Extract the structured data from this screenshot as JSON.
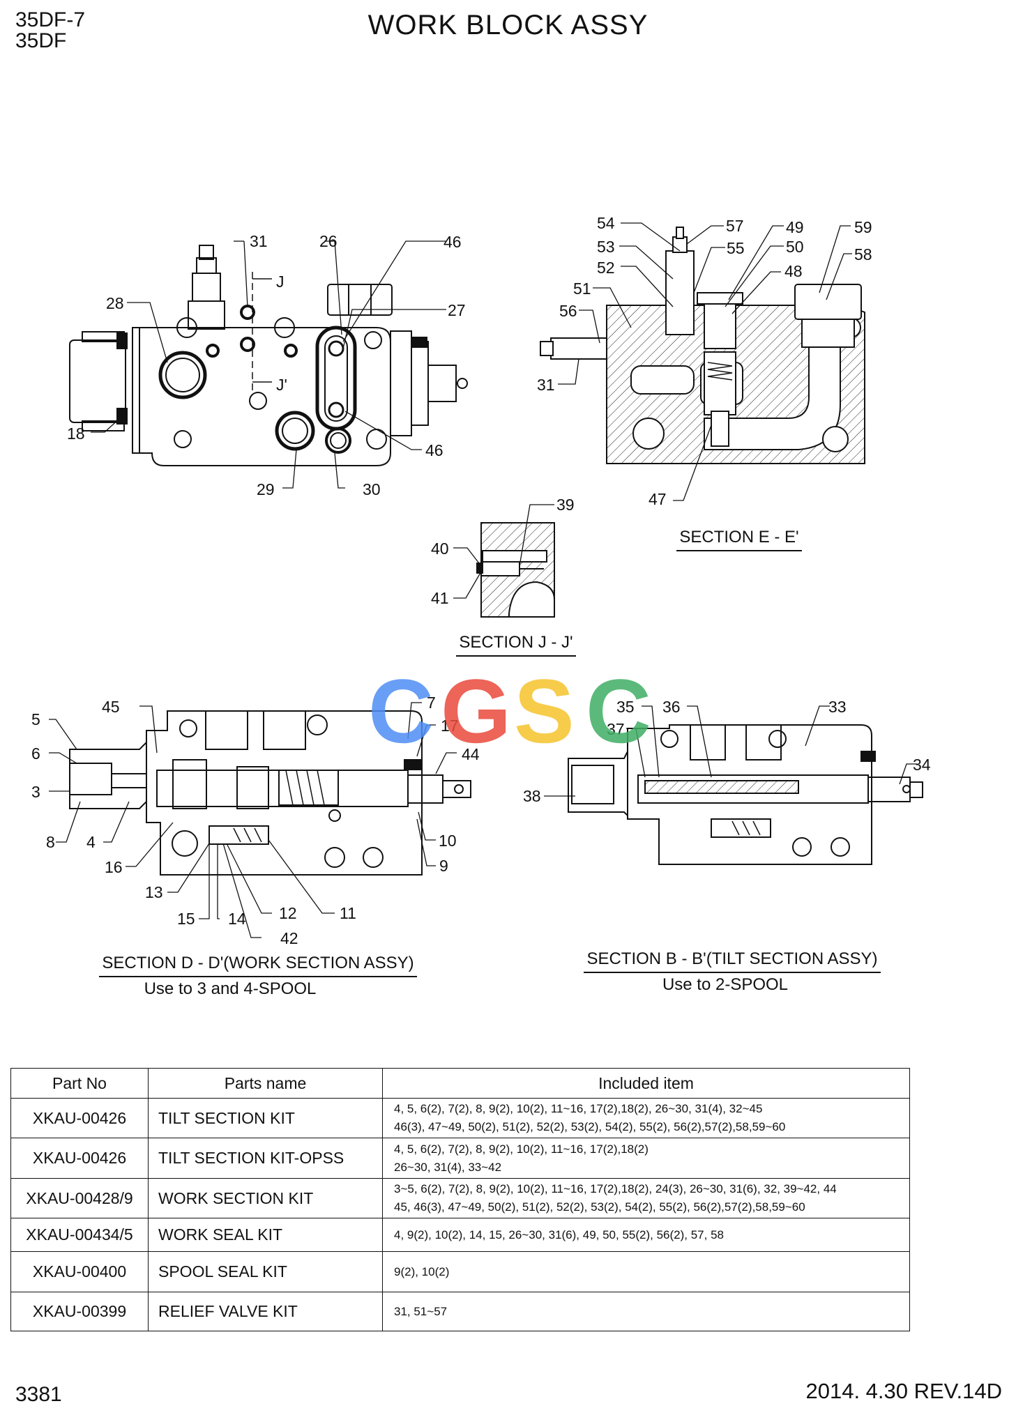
{
  "header": {
    "model_1": "35DF-7",
    "model_2": "35DF",
    "title": "WORK BLOCK ASSY"
  },
  "views": {
    "top_left_callouts": [
      "31",
      "26",
      "46",
      "28",
      "27",
      "18",
      "46",
      "29",
      "30",
      "J",
      "J'"
    ],
    "section_e": {
      "caption": "SECTION E - E'",
      "callouts": [
        "54",
        "57",
        "49",
        "59",
        "53",
        "55",
        "50",
        "58",
        "52",
        "48",
        "51",
        "56",
        "31",
        "47"
      ]
    },
    "section_j": {
      "caption": "SECTION J - J'",
      "callouts": [
        "39",
        "40",
        "41"
      ]
    },
    "section_d": {
      "caption": "SECTION D - D'(WORK SECTION ASSY)",
      "note": "Use to 3 and 4-SPOOL",
      "callouts": [
        "45",
        "7",
        "5",
        "17",
        "6",
        "44",
        "3",
        "10",
        "8",
        "4",
        "9",
        "16",
        "13",
        "12",
        "11",
        "15",
        "14",
        "42"
      ]
    },
    "section_b": {
      "caption": "SECTION B - B'(TILT SECTION ASSY)",
      "note": "Use to 2-SPOOL",
      "callouts": [
        "35",
        "36",
        "33",
        "37",
        "34",
        "38"
      ]
    }
  },
  "watermark": {
    "letters": [
      "C",
      "G",
      "S",
      "C"
    ],
    "colors": [
      "#4f8ef5",
      "#ea4a3c",
      "#f6c42c",
      "#3fae64"
    ]
  },
  "table": {
    "headers": [
      "Part No",
      "Parts name",
      "Included item"
    ],
    "rows": [
      {
        "part_no": "XKAU-00426",
        "name": "TILT SECTION KIT",
        "items": [
          "4, 5, 6(2), 7(2), 8, 9(2), 10(2), 11~16, 17(2),18(2), 26~30, 31(4), 32~45",
          "46(3), 47~49, 50(2), 51(2), 52(2), 53(2), 54(2), 55(2), 56(2),57(2),58,59~60"
        ]
      },
      {
        "part_no": "XKAU-00426",
        "name": "TILT SECTION KIT-OPSS",
        "items": [
          "4, 5, 6(2), 7(2), 8, 9(2), 10(2), 11~16, 17(2),18(2)",
          "26~30, 31(4), 33~42"
        ]
      },
      {
        "part_no": "XKAU-00428/9",
        "name": "WORK SECTION KIT",
        "items": [
          "3~5, 6(2), 7(2), 8, 9(2), 10(2), 11~16, 17(2),18(2), 24(3), 26~30, 31(6), 32, 39~42, 44",
          "45, 46(3), 47~49, 50(2), 51(2), 52(2), 53(2), 54(2), 55(2), 56(2),57(2),58,59~60"
        ]
      },
      {
        "part_no": "XKAU-00434/5",
        "name": "WORK SEAL KIT",
        "items": [
          "4, 9(2), 10(2), 14, 15, 26~30, 31(6), 49, 50, 55(2), 56(2), 57, 58"
        ]
      },
      {
        "part_no": "XKAU-00400",
        "name": "SPOOL SEAL KIT",
        "items": [
          "9(2), 10(2)"
        ]
      },
      {
        "part_no": "XKAU-00399",
        "name": "RELIEF VALVE KIT",
        "items": [
          "31, 51~57"
        ]
      }
    ]
  },
  "footer": {
    "page_no": "3381",
    "revision": "2014. 4.30  REV.14D"
  }
}
